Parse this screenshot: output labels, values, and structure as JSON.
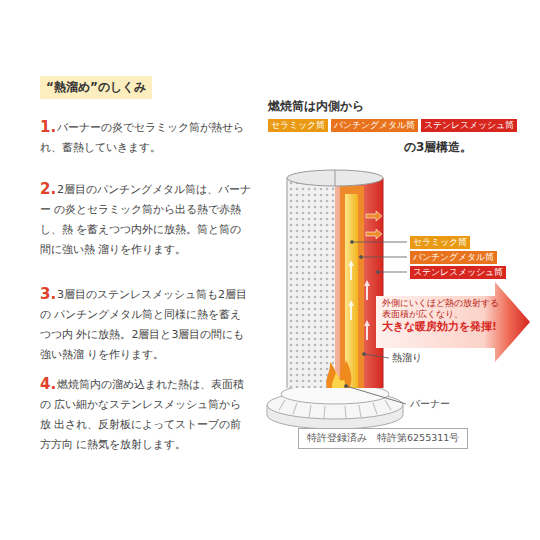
{
  "diagram": {
    "nodes": [
      {
        "text": [
          "“熱溜め”のしくみ"
        ]
      },
      {
        "text": [
          "セラミック筒"
        ]
      },
      {
        "text": [
          "パンチングメタル筒"
        ]
      },
      {
        "text": [
          "ステンレスメッシュ筒"
        ]
      },
      {
        "text": [
          "セラミック筒"
        ]
      },
      {
        "text": [
          "パンチングメタル筒"
        ]
      },
      {
        "text": [
          "ステンレスメッシュ筒"
        ]
      },
      {
        "text": [
          "外側にいくほど熱の放射する 表面積が広くなり、",
          "大きな暖房効力を発揮!"
        ]
      },
      {
        "text": [
          "特許登録済み　特許第6255311号"
        ]
      }
    ],
    "labels": [
      "1.",
      "バーナーの炎でセラミック筒が熱せら れ、蓄熱していきます。",
      "2.",
      "2層目のパンチングメタル筒は、バーナー の炎とセラミック筒から出る熱で赤熱し、熱 を蓄えつつ内外に放熱。筒と筒の間に強い熱 溜りを作ります。",
      "3.",
      "3層目のステンレスメッシュ筒も2層目の パンチングメタル筒と同様に熱を蓄えつつ内 外に放熱。2層目と3層目の間にも強い熱溜 りを作ります。",
      "4.",
      "燃焼筒内の溜め込まれた熱は、表面積の 広い細かなステンレスメッシュ筒から放 出され、反射板によってストーブの前方方向 に熱気を放射します。",
      "燃焼筒は内側から",
      "の3層構造。",
      "熱溜り",
      "バーナー"
    ]
  }
}
